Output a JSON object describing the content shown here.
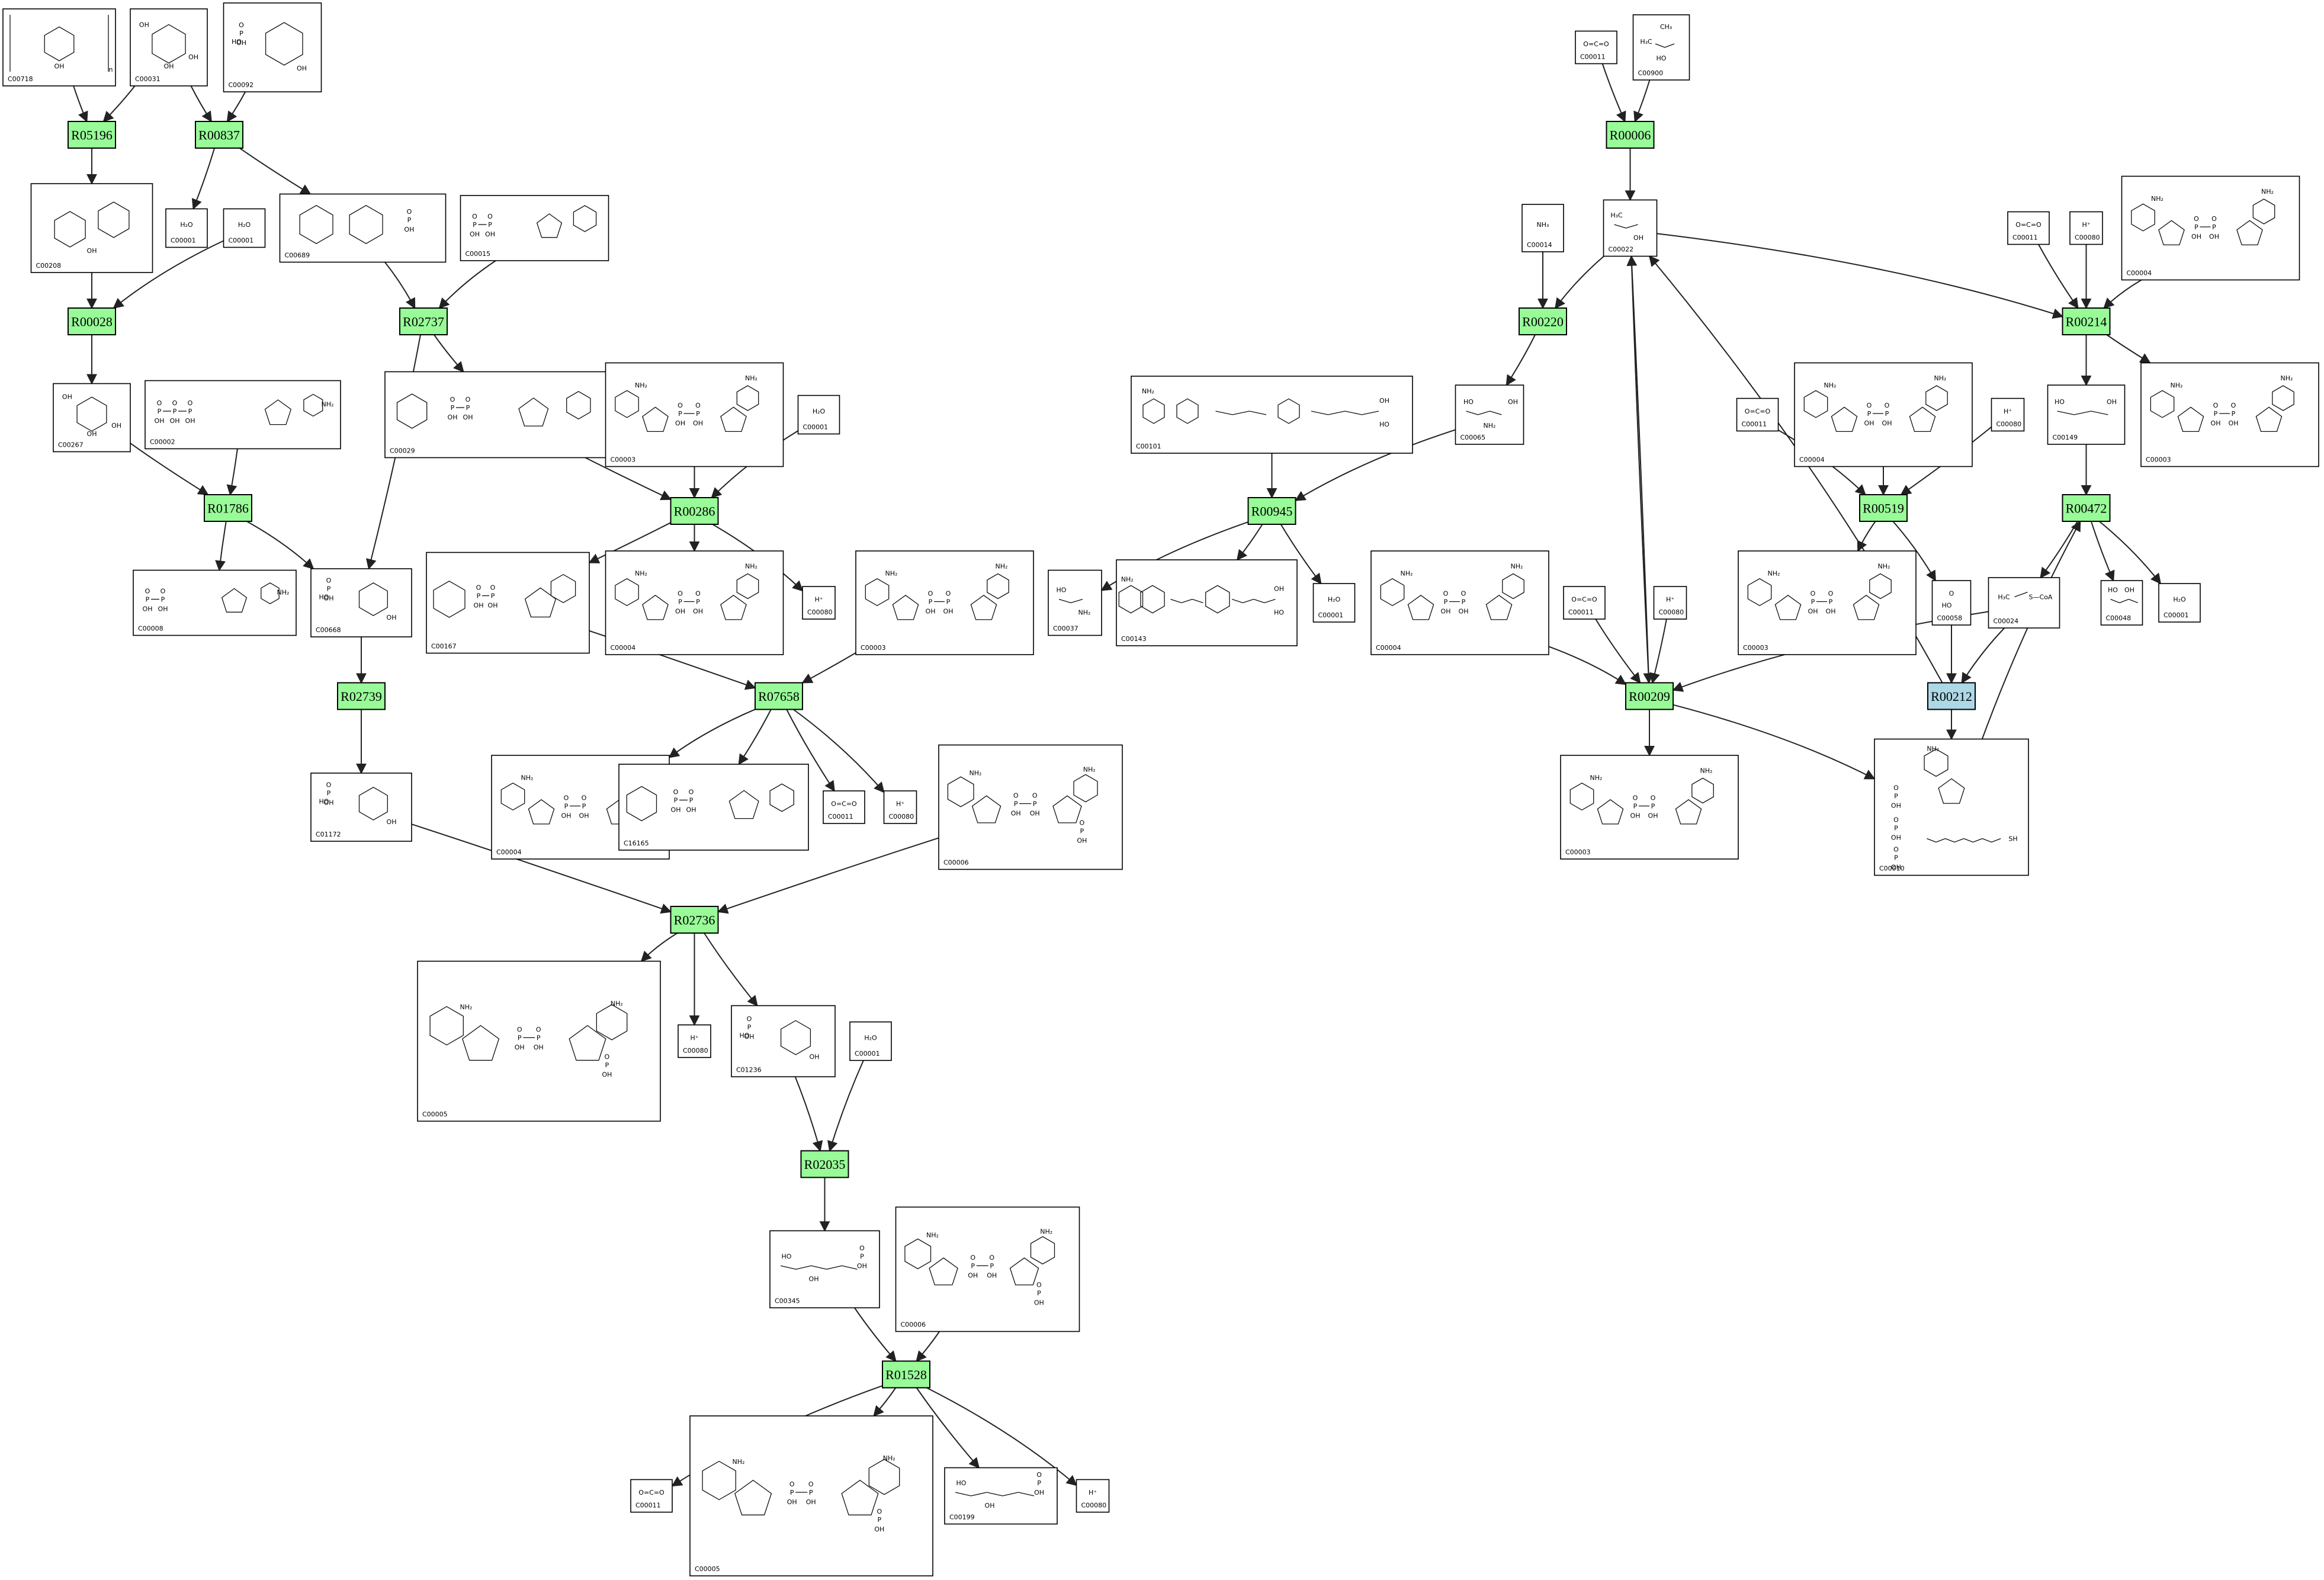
{
  "colors": {
    "reaction": "#98fb98",
    "reaction_alt": "#add8e6",
    "edge": "#222222",
    "box": "#000000"
  },
  "reactions": {
    "R05196": "R05196",
    "R00837": "R00837",
    "R00028": "R00028",
    "R02737": "R02737",
    "R01786": "R01786",
    "R00286": "R00286",
    "R02739": "R02739",
    "R07658": "R07658",
    "R02736": "R02736",
    "R02035": "R02035",
    "R01528": "R01528",
    "R00006": "R00006",
    "R00220": "R00220",
    "R00945": "R00945",
    "R00209": "R00209",
    "R00214": "R00214",
    "R00519": "R00519",
    "R00472": "R00472",
    "R00212": "R00212"
  },
  "compounds": {
    "c_C00718": "C00718",
    "c_C00031": "C00031",
    "c_C00092": "C00092",
    "c_C00001_a": "C00001",
    "c_C00001_b": "C00001",
    "c_C00208": "C00208",
    "c_C00689": "C00689",
    "c_C00015": "C00015",
    "c_C00267": "C00267",
    "c_C00002": "C00002",
    "c_C00029": "C00029",
    "c_C00003_a": "C00003",
    "c_C00001_c": "C00001",
    "c_C00008": "C00008",
    "c_C00668": "C00668",
    "c_C00167": "C00167",
    "c_C00004_a": "C00004",
    "c_C00080_a": "C00080",
    "c_C00003_b": "C00003",
    "c_C01172": "C01172",
    "c_C00004_b": "C00004",
    "c_C16165": "C16165",
    "c_C00011_a": "C00011",
    "c_C00080_b": "C00080",
    "c_C00006_a": "C00006",
    "c_C00005_a": "C00005",
    "c_C00080_c": "C00080",
    "c_C01236": "C01236",
    "c_C00001_d": "C00001",
    "c_C00345": "C00345",
    "c_C00006_b": "C00006",
    "c_C00011_b": "C00011",
    "c_C00005_b": "C00005",
    "c_C00199": "C00199",
    "c_C00080_d": "C00080",
    "c_C00011_c": "C00011",
    "c_C00900": "C00900",
    "c_C00014": "C00014",
    "c_C00022": "C00022",
    "c_C00065": "C00065",
    "c_C00101": "C00101",
    "c_C00037": "C00037",
    "c_C00143": "C00143",
    "c_C00001_e": "C00001",
    "c_C00004_c": "C00004",
    "c_C00011_d": "C00011",
    "c_C00080_e": "C00080",
    "c_C00003_c": "C00003",
    "c_C00011_e": "C00011",
    "c_C00080_f": "C00080",
    "c_C00004_d": "C00004",
    "c_C00011_f": "C00011",
    "c_C00004_e": "C00004",
    "c_C00080_g": "C00080",
    "c_C00149": "C00149",
    "c_C00003_d": "C00003",
    "c_C00003_e": "C00003",
    "c_C00058": "C00058",
    "c_C00024": "C00024",
    "c_C00048": "C00048",
    "c_C00001_f": "C00001",
    "c_C00010": "C00010"
  },
  "glyphs": {
    "h2o": "H₂O",
    "hplus": "H⁺",
    "co2": "O=C=O",
    "ch3": "CH₃",
    "h3c": "H₃C",
    "oh": "OH",
    "nh2": "NH₂",
    "n": "N",
    "o": "O",
    "p": "P",
    "sh": "SH",
    "coa": "S—CoA",
    "hoc": "HO",
    "nh3": "NH₃",
    "n_bracket": "n"
  }
}
